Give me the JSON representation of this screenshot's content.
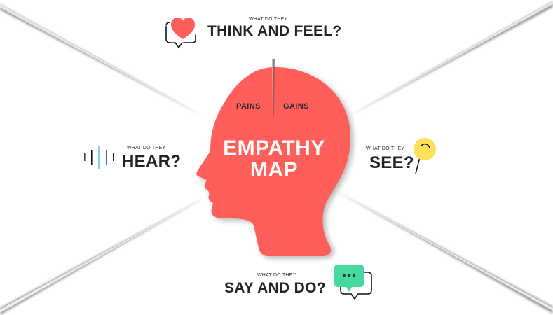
{
  "diagram": {
    "title_line1": "EMPATHY",
    "title_line2": "MAP",
    "head": {
      "left_label": "PAINS",
      "right_label": "GAINS",
      "color": "#FF5E5B"
    },
    "sections": {
      "top": {
        "prefix": "WHAT DO THEY",
        "label": "THINK AND FEEL?",
        "icon": "heart-speech-bubble-icon",
        "icon_color": "#FF5E5B"
      },
      "left": {
        "prefix": "WHAT DO THEY",
        "label": "HEAR?",
        "icon": "sound-wave-icon",
        "icon_color": "#7DD3F0"
      },
      "right": {
        "prefix": "WHAT DO THEY",
        "label": "SEE?",
        "icon": "magnifier-lens-icon",
        "icon_color": "#FFE05A"
      },
      "bottom": {
        "prefix": "WHAT DO THEY",
        "label": "SAY AND DO?",
        "icon": "chat-bubbles-icon",
        "icon_color": "#45D9A0"
      }
    },
    "colors": {
      "background": "#FFFFFF",
      "text": "#1F2328",
      "head": "#FF5E5B",
      "heart": "#FF5E5B",
      "sound_accent": "#7DD3F0",
      "lens": "#FFE05A",
      "chat": "#45D9A0"
    }
  }
}
